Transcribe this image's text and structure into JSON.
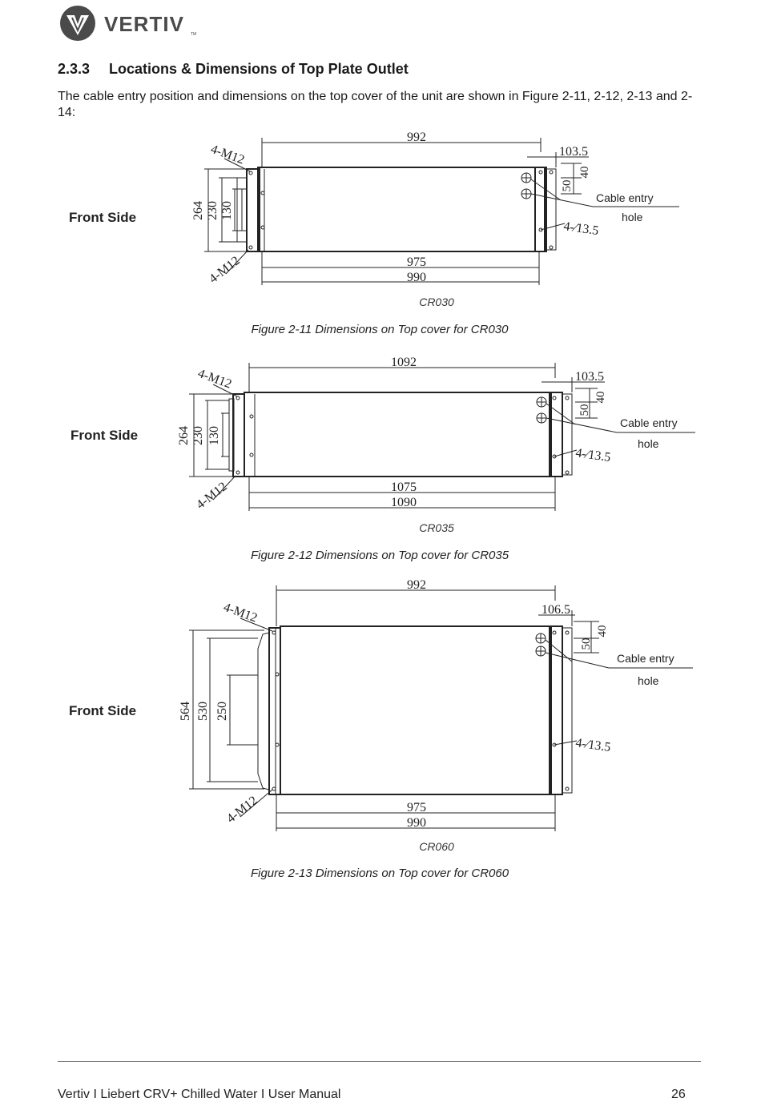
{
  "header": {
    "logo_text": "VERTIV",
    "logo_tm": "TM"
  },
  "section": {
    "number": "2.3.3",
    "title": "Locations & Dimensions of Top Plate Outlet",
    "intro": "The cable entry position and dimensions on the top cover of the unit are shown in Figure 2-11, 2-12, 2-13 and 2-14:"
  },
  "figures": [
    {
      "front_side": "Front Side",
      "model": "CR030",
      "caption": "Figure 2-11 Dimensions on Top cover for CR030",
      "dims": {
        "top_width": "992",
        "right_offset": "103.5",
        "hole_top": "40",
        "hole_gap": "50",
        "depth": "264",
        "inner_depth": "230",
        "small_depth": "130",
        "bottom_inner": "975",
        "bottom_outer": "990",
        "bolt_top": "4-M12",
        "bolt_bottom": "4-M12",
        "hole_spec": "4-∕13.5",
        "cable_entry": "Cable entry",
        "hole": "hole"
      }
    },
    {
      "front_side": "Front Side",
      "model": "CR035",
      "caption": "Figure 2-12 Dimensions on Top cover for CR035",
      "dims": {
        "top_width": "1092",
        "right_offset": "103.5",
        "hole_top": "40",
        "hole_gap": "50",
        "depth": "264",
        "inner_depth": "230",
        "small_depth": "130",
        "bottom_inner": "1075",
        "bottom_outer": "1090",
        "bolt_top": "4-M12",
        "bolt_bottom": "4-M12",
        "hole_spec": "4-∕13.5",
        "cable_entry": "Cable entry",
        "hole": "hole"
      }
    },
    {
      "front_side": "Front Side",
      "model": "CR060",
      "caption": "Figure 2-13 Dimensions on Top cover for CR060",
      "dims": {
        "top_width": "992",
        "right_offset": "106.5",
        "hole_top": "40",
        "hole_gap": "50",
        "depth": "564",
        "inner_depth": "530",
        "small_depth": "250",
        "bottom_inner": "975",
        "bottom_outer": "990",
        "bolt_top": "4-M12",
        "bolt_bottom": "4-M12",
        "hole_spec": "4-∕13.5",
        "cable_entry": "Cable entry",
        "hole": "hole"
      }
    }
  ],
  "footer": {
    "text": "Vertiv I Liebert CRV+ Chilled Water I User Manual",
    "page_number": "26"
  }
}
